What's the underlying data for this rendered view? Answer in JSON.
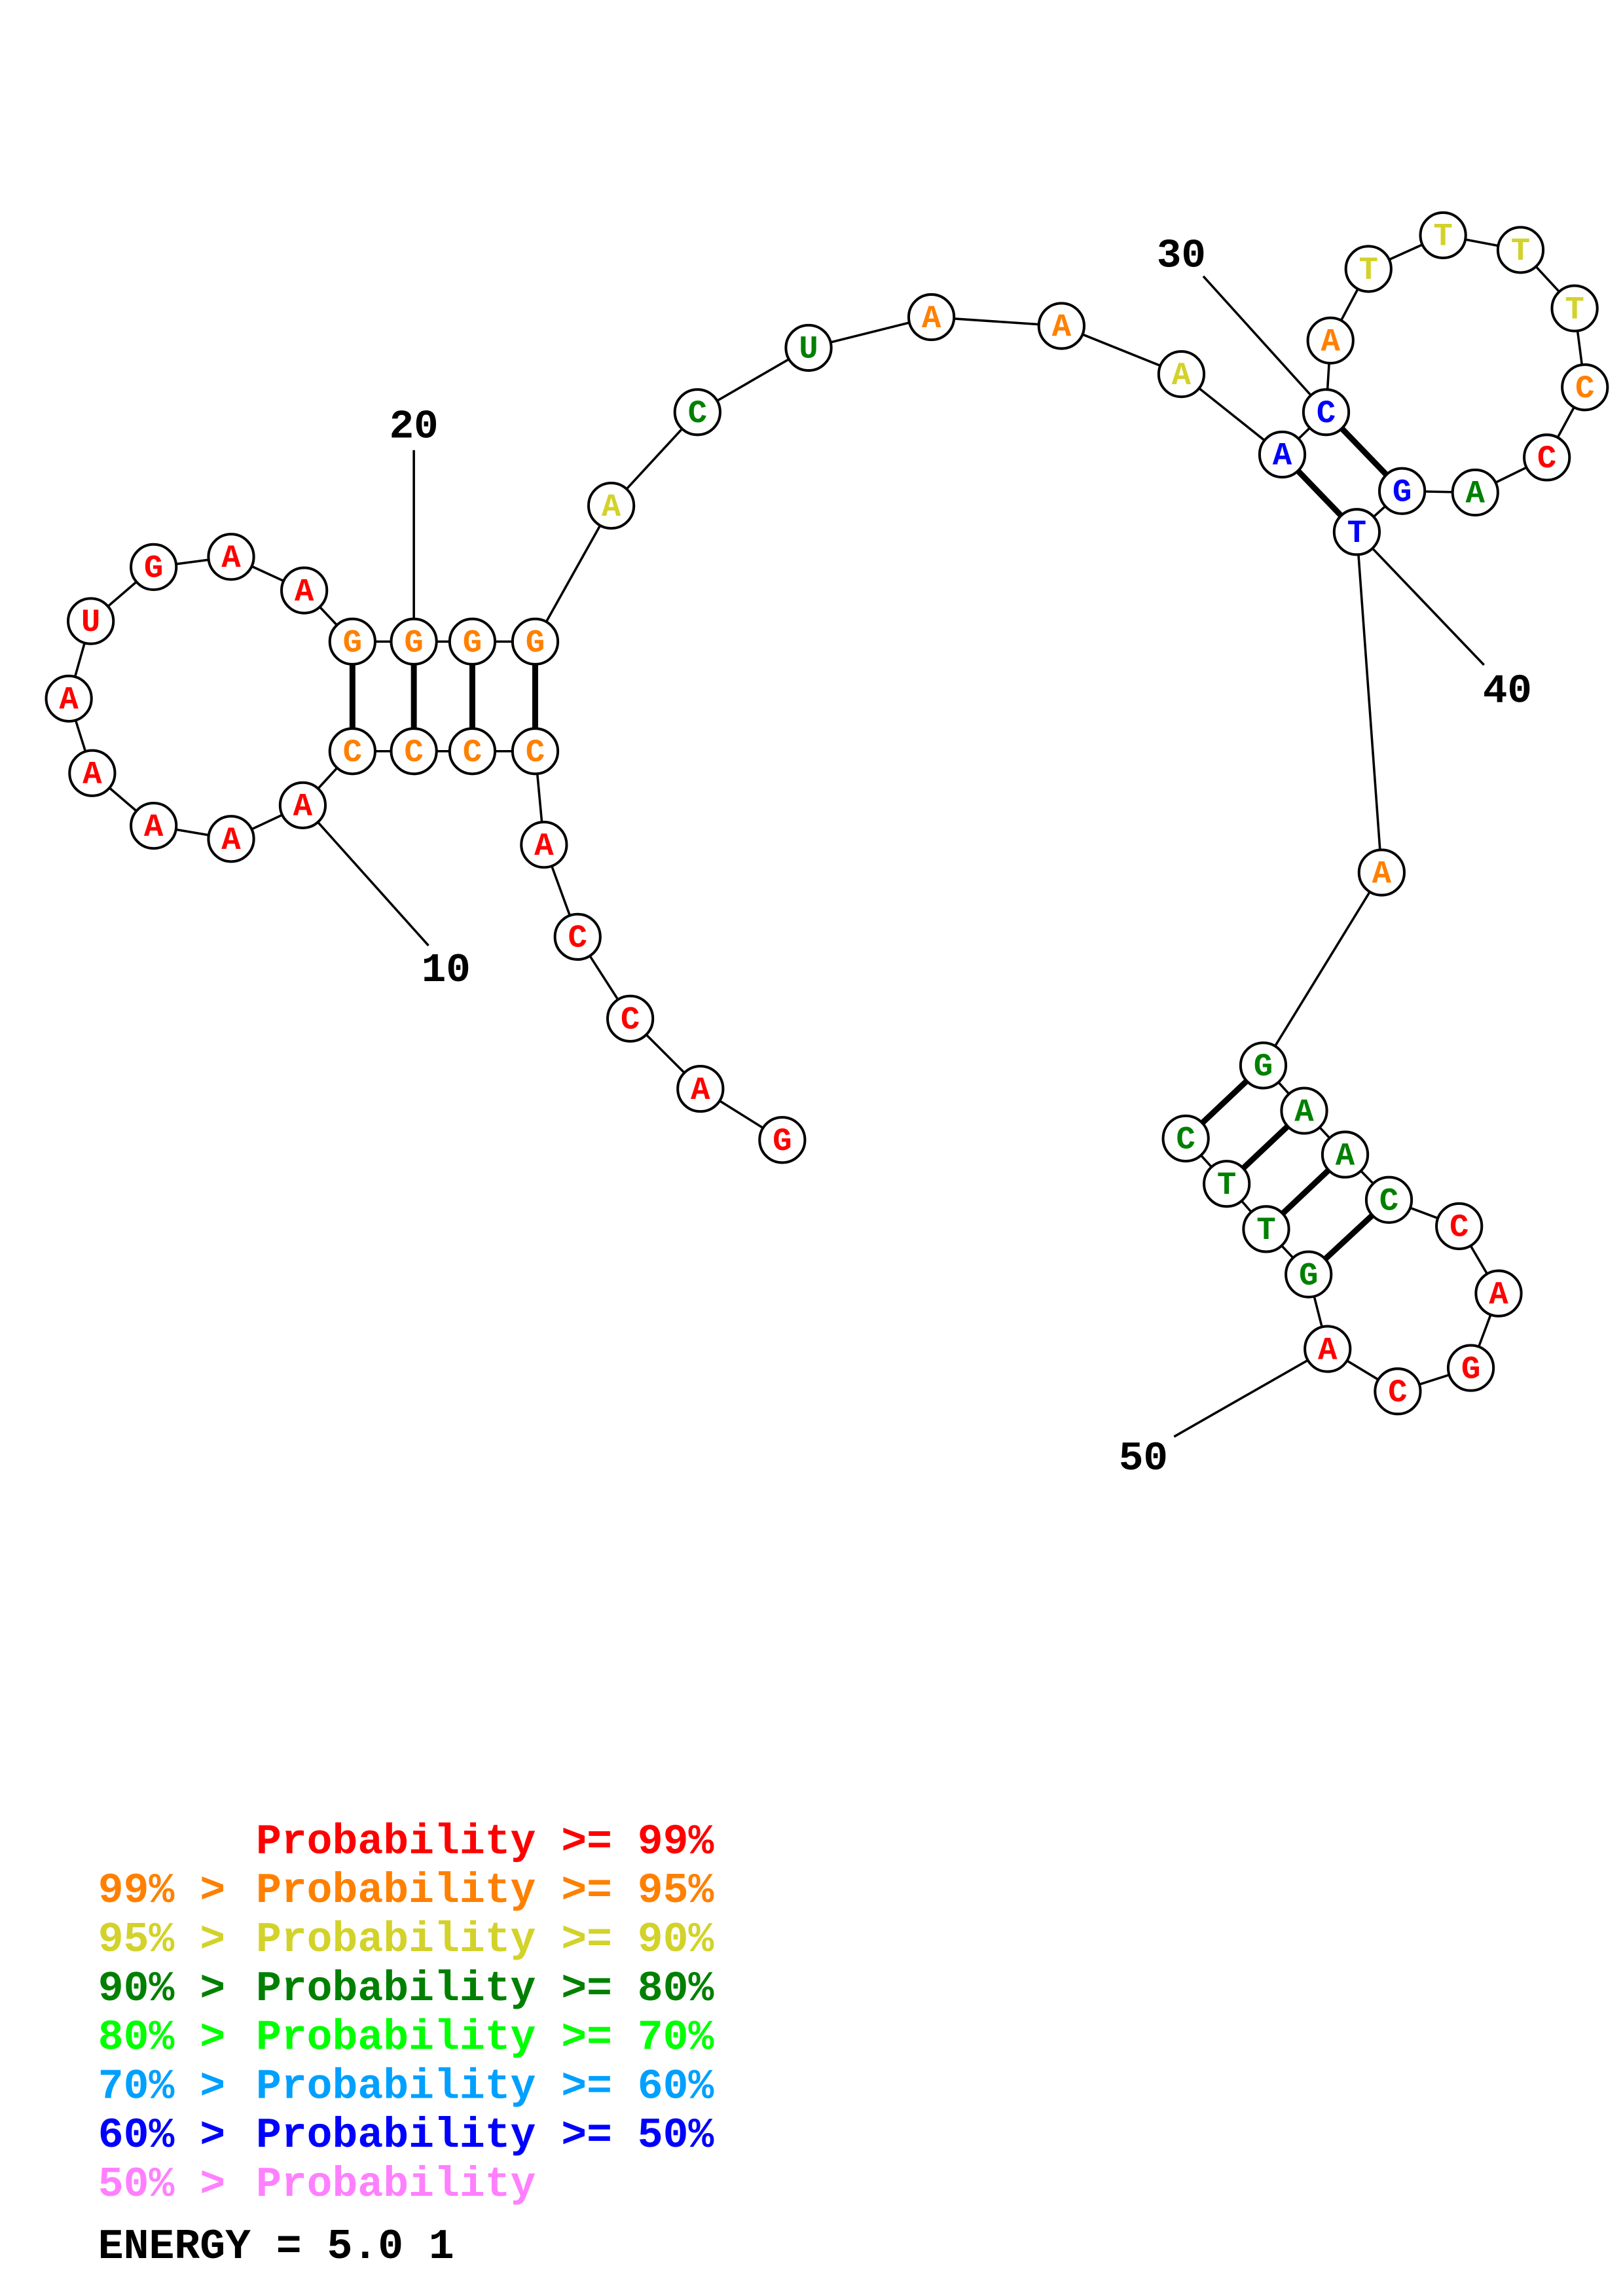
{
  "colors": {
    "red": "#ff0000",
    "orange": "#ff8000",
    "yellow": "#d2d22a",
    "darkgreen": "#008000",
    "green": "#00ff00",
    "lightblue": "#00a0ff",
    "blue": "#0000ff",
    "pink": "#ff80ff"
  },
  "sequence": [
    {
      "base": "G",
      "color": "red"
    },
    {
      "base": "A",
      "color": "red"
    },
    {
      "base": "C",
      "color": "red"
    },
    {
      "base": "C",
      "color": "red"
    },
    {
      "base": "A",
      "color": "red"
    },
    {
      "base": "C",
      "color": "orange"
    },
    {
      "base": "C",
      "color": "orange"
    },
    {
      "base": "C",
      "color": "orange"
    },
    {
      "base": "C",
      "color": "orange"
    },
    {
      "base": "A",
      "color": "red"
    },
    {
      "base": "A",
      "color": "red"
    },
    {
      "base": "A",
      "color": "red"
    },
    {
      "base": "A",
      "color": "red"
    },
    {
      "base": "A",
      "color": "red"
    },
    {
      "base": "U",
      "color": "red"
    },
    {
      "base": "G",
      "color": "red"
    },
    {
      "base": "A",
      "color": "red"
    },
    {
      "base": "A",
      "color": "red"
    },
    {
      "base": "G",
      "color": "orange"
    },
    {
      "base": "G",
      "color": "orange"
    },
    {
      "base": "G",
      "color": "orange"
    },
    {
      "base": "G",
      "color": "orange"
    },
    {
      "base": "A",
      "color": "yellow"
    },
    {
      "base": "C",
      "color": "darkgreen"
    },
    {
      "base": "U",
      "color": "darkgreen"
    },
    {
      "base": "A",
      "color": "orange"
    },
    {
      "base": "A",
      "color": "orange"
    },
    {
      "base": "A",
      "color": "yellow"
    },
    {
      "base": "A",
      "color": "blue"
    },
    {
      "base": "C",
      "color": "blue"
    },
    {
      "base": "A",
      "color": "orange"
    },
    {
      "base": "T",
      "color": "yellow"
    },
    {
      "base": "T",
      "color": "yellow"
    },
    {
      "base": "T",
      "color": "yellow"
    },
    {
      "base": "T",
      "color": "yellow"
    },
    {
      "base": "C",
      "color": "orange"
    },
    {
      "base": "C",
      "color": "red"
    },
    {
      "base": "A",
      "color": "darkgreen"
    },
    {
      "base": "G",
      "color": "blue"
    },
    {
      "base": "T",
      "color": "blue"
    },
    {
      "base": "A",
      "color": "orange"
    },
    {
      "base": "G",
      "color": "darkgreen"
    },
    {
      "base": "A",
      "color": "darkgreen"
    },
    {
      "base": "A",
      "color": "darkgreen"
    },
    {
      "base": "C",
      "color": "darkgreen"
    },
    {
      "base": "C",
      "color": "red"
    },
    {
      "base": "A",
      "color": "red"
    },
    {
      "base": "G",
      "color": "red"
    },
    {
      "base": "C",
      "color": "red"
    },
    {
      "base": "A",
      "color": "red"
    },
    {
      "base": "G",
      "color": "darkgreen"
    },
    {
      "base": "T",
      "color": "darkgreen"
    },
    {
      "base": "T",
      "color": "darkgreen"
    },
    {
      "base": "C",
      "color": "darkgreen"
    }
  ],
  "pairs": [
    [
      6,
      22
    ],
    [
      7,
      21
    ],
    [
      8,
      20
    ],
    [
      9,
      19
    ],
    [
      29,
      40
    ],
    [
      30,
      39
    ],
    [
      42,
      54
    ],
    [
      43,
      53
    ],
    [
      44,
      52
    ],
    [
      45,
      51
    ]
  ],
  "position_labels": [
    "10",
    "20",
    "30",
    "40",
    "50"
  ],
  "legend": [
    {
      "prefix": "",
      "text": "Probability >= 99%",
      "color": "red"
    },
    {
      "prefix": "99% >",
      "text": "Probability >= 95%",
      "color": "orange"
    },
    {
      "prefix": "95% >",
      "text": "Probability >= 90%",
      "color": "yellow"
    },
    {
      "prefix": "90% >",
      "text": "Probability >= 80%",
      "color": "darkgreen"
    },
    {
      "prefix": "80% >",
      "text": "Probability >= 70%",
      "color": "green"
    },
    {
      "prefix": "70% >",
      "text": "Probability >= 60%",
      "color": "lightblue"
    },
    {
      "prefix": "60% >",
      "text": "Probability >= 50%",
      "color": "blue"
    },
    {
      "prefix": "50% >",
      "text": "Probability",
      "color": "pink"
    }
  ],
  "energy": "ENERGY = 5.0  1"
}
